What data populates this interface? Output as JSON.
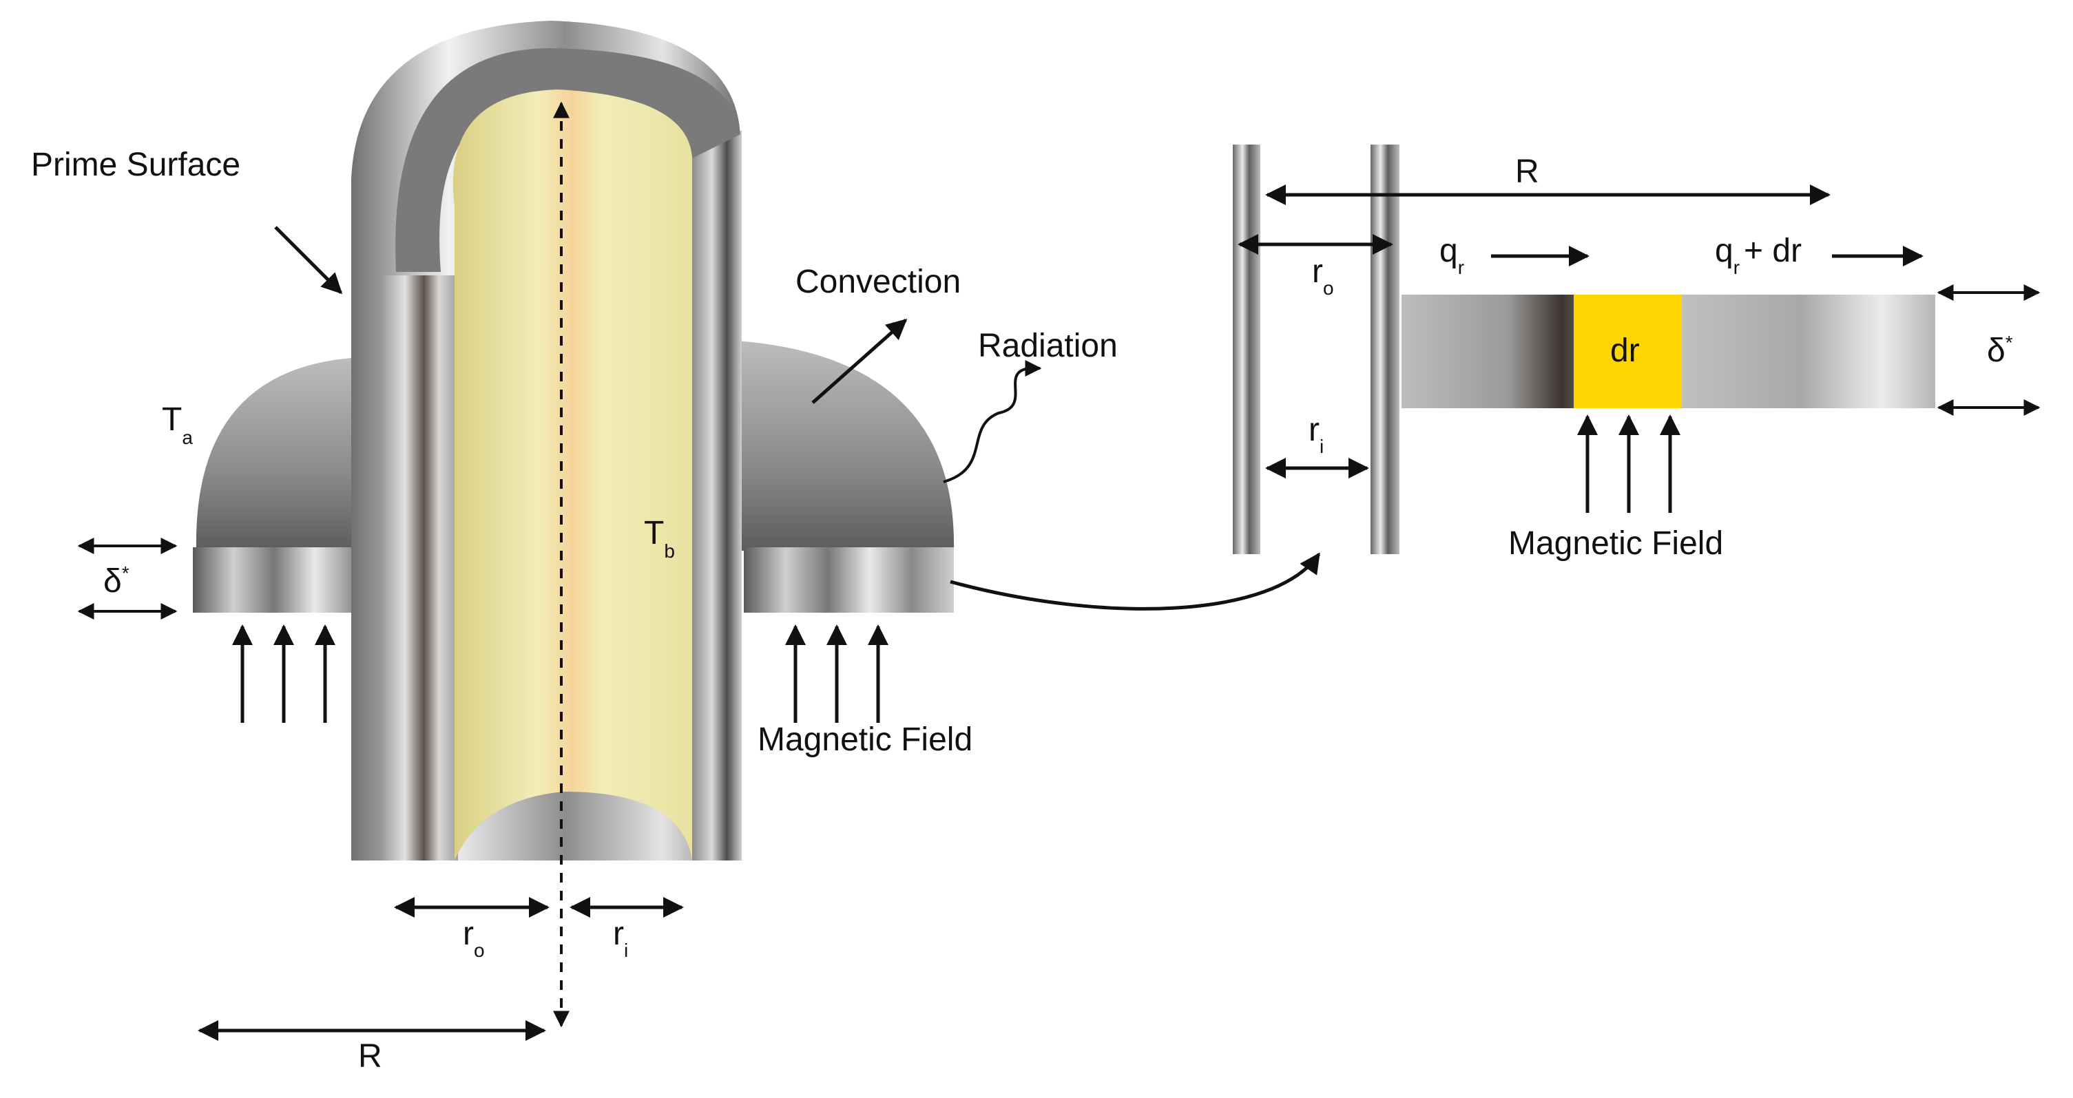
{
  "labels": {
    "prime_surface": "Prime Surface",
    "convection": "Convection",
    "radiation": "Radiation",
    "ta": "T",
    "ta_sub": "a",
    "tb": "T",
    "tb_sub": "b",
    "delta": "δ",
    "delta_sup": "*",
    "magnetic_field": "Magnetic Field",
    "r_outer": "r",
    "r_outer_sub": "o",
    "r_inner": "r",
    "r_inner_sub": "i",
    "R": "R",
    "q": "q",
    "q_sub": "r",
    "q_plus": "+ dr",
    "dr": "dr"
  },
  "colors": {
    "background": "#ffffff",
    "metal_dark": "#3a3a3a",
    "metal_light": "#e6e6e6",
    "core_fill": "#ece7a8",
    "dr_element": "#ffd500",
    "ink": "#111111"
  },
  "icons": {
    "arrow": "solid-arrowhead",
    "double_arrow": "double-headed-arrow",
    "wavy_arrow": "wavy-radiation-arrow"
  }
}
